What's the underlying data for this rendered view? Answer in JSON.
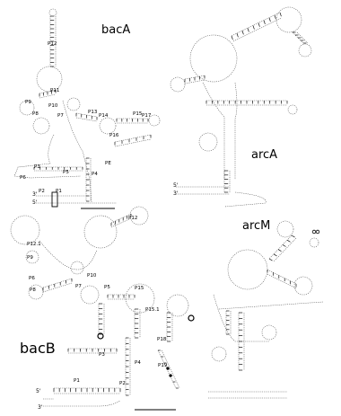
{
  "panels": [
    {
      "id": "bacA",
      "title": "bacA",
      "labels": [
        "P12",
        "P11",
        "P10",
        "P9",
        "P13",
        "P14",
        "P17",
        "P15",
        "P16",
        "P3",
        "P6",
        "P5",
        "P4",
        "P2",
        "P1",
        "PE",
        "P8",
        "P7"
      ],
      "ends": [
        "3'",
        "5'"
      ]
    },
    {
      "id": "arcA",
      "title": "arcA",
      "labels": [],
      "ends": [
        "5'",
        "3'"
      ]
    },
    {
      "id": "arcM",
      "title": "arcM",
      "labels": [],
      "ends": []
    },
    {
      "id": "bacB",
      "title": "bacB",
      "labels": [
        "P12",
        "P12.1",
        "P9",
        "P10",
        "P7",
        "P8",
        "P6",
        "P5",
        "P15",
        "P15.1",
        "P18",
        "P3",
        "P4",
        "P19",
        "P2",
        "P1"
      ],
      "ends": [
        "5'",
        "3'"
      ]
    }
  ]
}
